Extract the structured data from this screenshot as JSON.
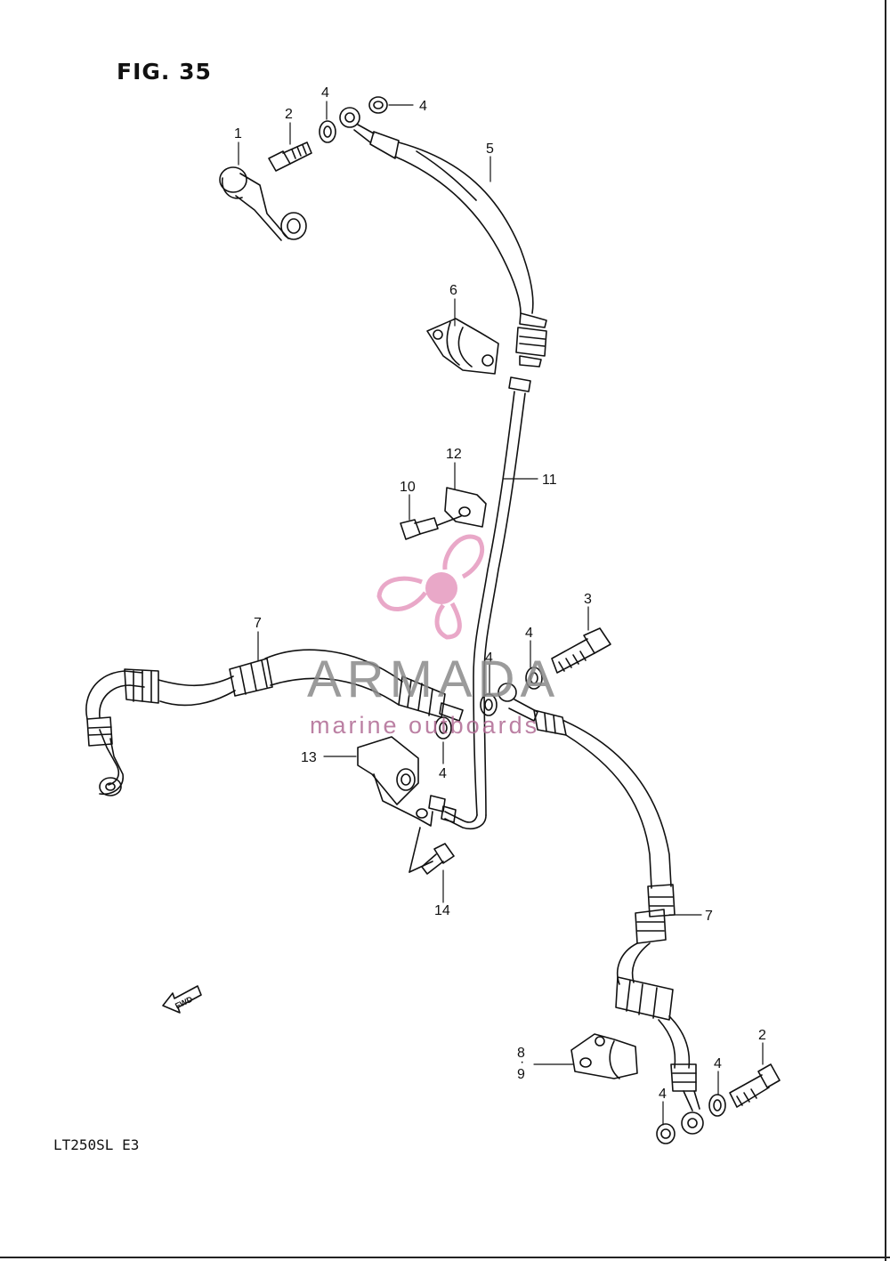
{
  "figure": {
    "title": "FIG. 35",
    "model": "LT250SL  E3"
  },
  "watermark": {
    "name": "ARMADA",
    "tagline": "marine outboards"
  },
  "direction_label": "FWD",
  "callouts": {
    "c1": "1",
    "c2a": "2",
    "c4a": "4",
    "c4b": "4",
    "c5": "5",
    "c6": "6",
    "c12": "12",
    "c10": "10",
    "c11": "11",
    "c7a": "7",
    "c3": "3",
    "c4c": "4",
    "c4d": "4",
    "c13": "13",
    "c4e": "4",
    "c14": "14",
    "c7b": "7",
    "c8": "8",
    "c9": "9",
    "c2b": "2",
    "c4f": "4",
    "c4g": "4"
  },
  "colors": {
    "line": "#111111",
    "watermark_gray": "#8a8a8a",
    "watermark_pink": "#e9a8c8"
  }
}
